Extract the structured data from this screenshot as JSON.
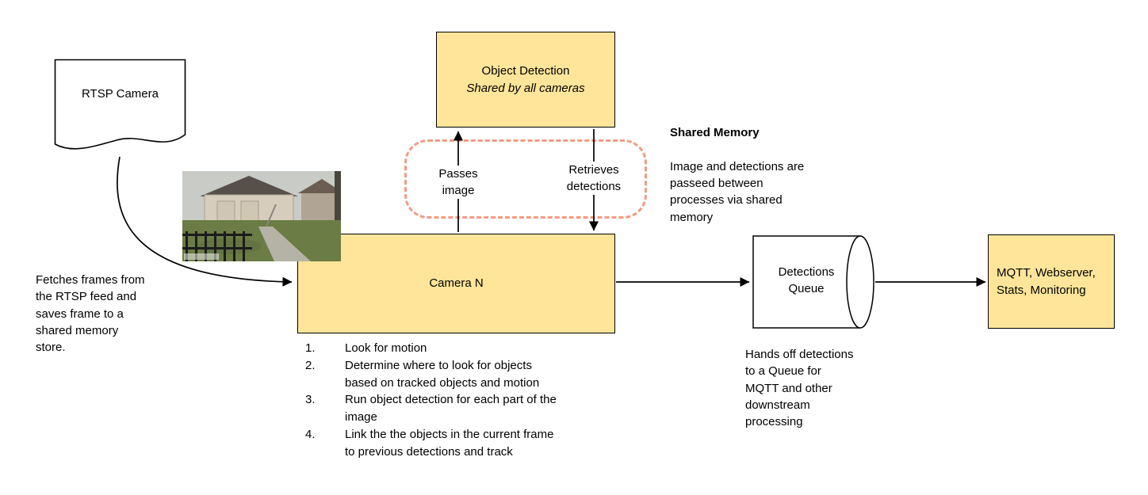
{
  "colors": {
    "node_fill": "#FFE599",
    "node_border": "#000000",
    "shared_memory_dash": "#F19C82"
  },
  "nodes": {
    "rtsp_camera": {
      "label": "RTSP Camera"
    },
    "object_detection": {
      "title": "Object Detection",
      "subtitle": "Shared by all cameras"
    },
    "camera_n": {
      "label": "Camera N",
      "steps": [
        "Look for motion",
        "Determine where to look for objects\nbased on tracked objects and motion",
        "Run object detection for each part of the\nimage",
        "Link the the objects in the current frame\nto previous detections and track"
      ]
    },
    "detections_queue": {
      "label": "Detections\nQueue"
    },
    "outputs": {
      "label": "MQTT, Webserver,\nStats, Monitoring"
    }
  },
  "labels": {
    "passes_image": "Passes\nimage",
    "retrieves_detections": "Retrieves\ndetections"
  },
  "notes": {
    "fetch": "Fetches frames from\nthe RTSP feed and\nsaves frame to a\nshared memory\nstore.",
    "shared_memory_title": "Shared Memory",
    "shared_memory_body": "Image and detections are\npasseed between\nprocesses via shared\nmemory",
    "queue_note": "Hands off detections\nto a Queue for\nMQTT and other\ndownstream\nprocessing"
  },
  "image": {
    "name": "backyard-camera-snapshot"
  }
}
